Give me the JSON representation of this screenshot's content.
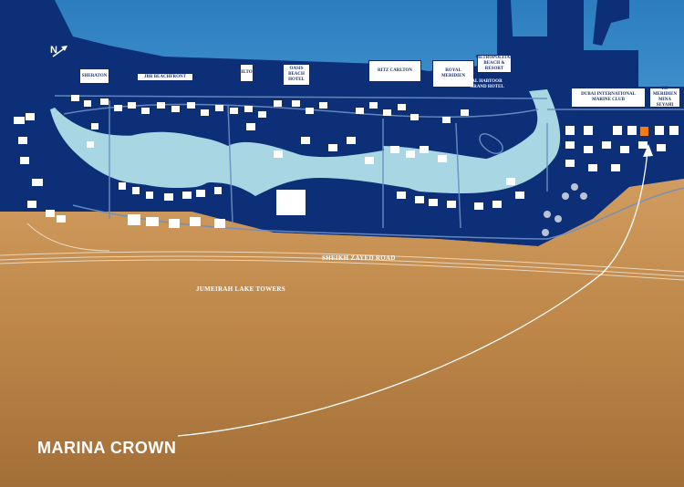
{
  "map": {
    "north_label": "N",
    "labels": {
      "sheraton": "SHERATON",
      "jbr": "JBR BEACHFRONT",
      "hilton": "HILTON",
      "oasis": "OASIS BEACH HOTEL",
      "ritz": "RITZ CARLTON",
      "royal": "ROYAL MERIDIEN",
      "metropolitan": "METROPOLITAN BEACH & RESORT",
      "habtoor": "AL HABTOOR GRAND HOTEL",
      "marine_club": "DUBAI INTERNATIONAL MARINE CLUB",
      "mina": "LE MERIDIEN MINA SEYAHI"
    },
    "roads": {
      "szr": "SHEIKH ZAYED ROAD",
      "jlt": "JUMEIRAH LAKE TOWERS"
    },
    "callout": "MARINA CROWN",
    "colors": {
      "sea": "#3f8fc9",
      "land": "#0d2f78",
      "water": "#a9d6e3",
      "desert": "#bb8444",
      "highlight": "#f07d1a"
    }
  }
}
